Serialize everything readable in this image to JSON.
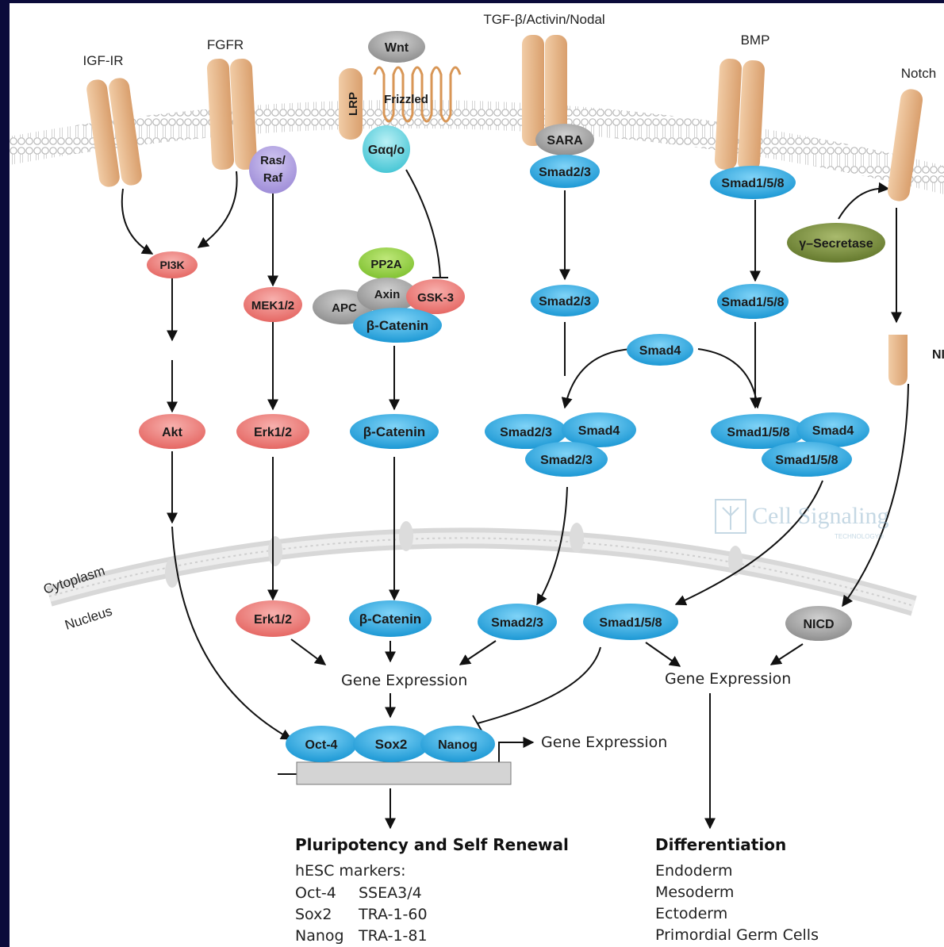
{
  "receptors": {
    "igf": "IGF-IR",
    "fgfr": "FGFR",
    "tgf": "TGF-β/Activin/Nodal",
    "bmp": "BMP",
    "notch": "Notch",
    "lrp": "LRP",
    "frizzled": "Frizzled"
  },
  "nodes": {
    "wnt": "Wnt",
    "galpha": "Gαq/o",
    "ras_raf_1": "Ras/",
    "ras_raf_2": "Raf",
    "sara": "SARA",
    "smad23_top": "Smad2/3",
    "smad158_top": "Smad1/5/8",
    "gamma_secretase": "γ–Secretase",
    "pi3k": "PI3K",
    "mek": "MEK1/2",
    "pp2a": "PP2A",
    "apc": "APC",
    "axin": "Axin",
    "gsk3": "GSK-3",
    "bcat_complex": "β-Catenin",
    "smad23_mid": "Smad2/3",
    "smad158_mid": "Smad1/5/8",
    "smad4": "Smad4",
    "nicd_receptor": "NICD",
    "akt": "Akt",
    "erk_cyto": "Erk1/2",
    "bcat_cyto": "β-Catenin",
    "cplx1_a": "Smad2/3",
    "cplx1_b": "Smad4",
    "cplx1_c": "Smad2/3",
    "cplx2_a": "Smad1/5/8",
    "cplx2_b": "Smad4",
    "cplx2_c": "Smad1/5/8",
    "erk_nuc": "Erk1/2",
    "bcat_nuc": "β-Catenin",
    "smad23_nuc": "Smad2/3",
    "smad158_nuc": "Smad1/5/8",
    "nicd_nuc": "NICD",
    "oct4": "Oct-4",
    "sox2": "Sox2",
    "nanog": "Nanog"
  },
  "compartments": {
    "cytoplasm": "Cytoplasm",
    "nucleus": "Nucleus"
  },
  "gene_expression": {
    "left": "Gene Expression",
    "right": "Gene Expression",
    "promoter": "Gene Expression"
  },
  "outcomes": {
    "pluripotency_title": "Pluripotency and Self Renewal",
    "hesc_markers": "hESC markers:",
    "markers_col1": [
      "Oct-4",
      "Sox2",
      "Nanog"
    ],
    "markers_col2": [
      "SSEA3/4",
      "TRA-1-60",
      "TRA-1-81"
    ],
    "differentiation_title": "Differentiation",
    "differentiation_items": [
      "Endoderm",
      "Mesoderm",
      "Ectoderm",
      "Primordial Germ Cells"
    ]
  },
  "watermark": {
    "name": "Cell Signaling",
    "sub": "TECHNOLOGY®"
  },
  "colors": {
    "background": "#0b0b3a",
    "blue_node": "#29a6e0",
    "red_node": "#ee7f7b",
    "gray_node": "#9a9a9a",
    "receptor": "#e8b88c",
    "membrane": "#d9d9d9"
  }
}
